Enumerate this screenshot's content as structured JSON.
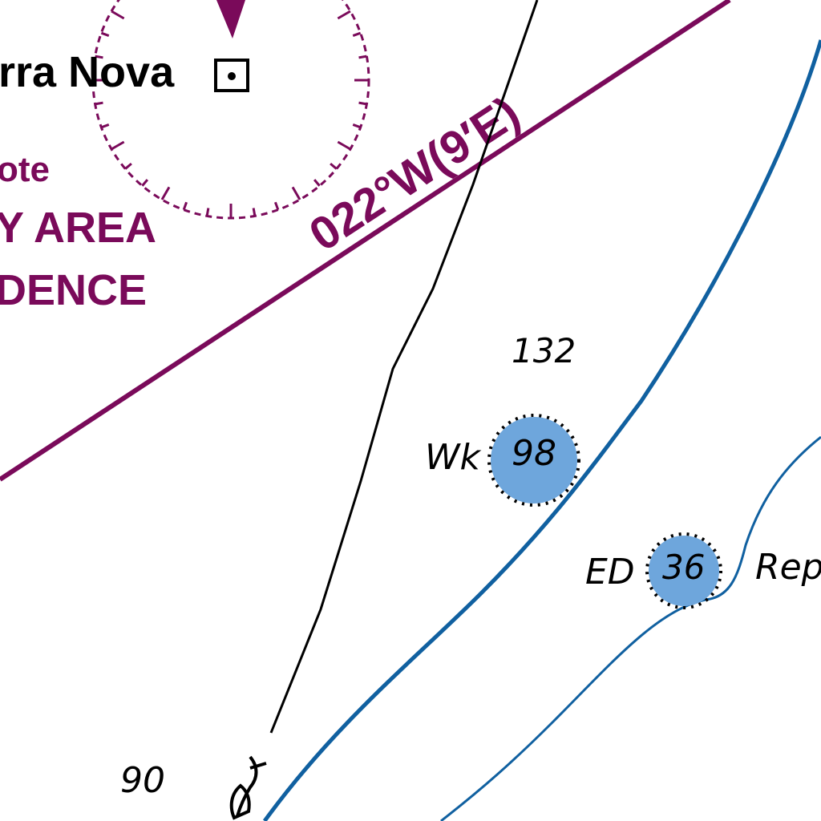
{
  "colors": {
    "magenta": "#7a0a5a",
    "depth_contour": "#1060a0",
    "hazard_fill": "#6ea6dc",
    "land_line": "#000000",
    "background": "#ffffff"
  },
  "place": {
    "name": "rra Nova",
    "symbol": "landmark-square-dot"
  },
  "compass": {
    "variation_label": "022°W(9′E)"
  },
  "area_note": {
    "line1": "ote",
    "line2": "Y AREA",
    "line3": "DENCE"
  },
  "soundings": [
    {
      "id": "s132",
      "value": "132"
    },
    {
      "id": "s90",
      "value": "90"
    }
  ],
  "hazards": [
    {
      "id": "wreck",
      "label": "Wk",
      "depth": "98"
    },
    {
      "id": "ed",
      "label": "ED",
      "depth": "36"
    }
  ],
  "partial_label": "Rep",
  "icons": [
    "compass-rose-icon",
    "north-arrow-icon",
    "landmark-icon",
    "fishing-symbol-icon"
  ]
}
